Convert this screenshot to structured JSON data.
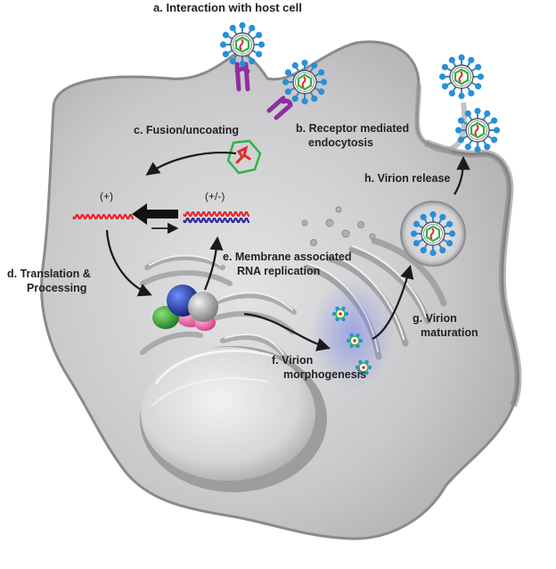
{
  "colors": {
    "cell_fill": "#c4c4c6",
    "cell_edge": "#8f8f92",
    "nucleus": "#d9d9db",
    "rna_plus": "#e8262b",
    "rna_minus": "#2e2e9c",
    "receptor": "#8e2fa0",
    "virion_spike": "#2a8fd6",
    "capsid": "#2fb34a",
    "arrow": "#1a1a1a",
    "ribosome_blue": "#1e3fa0",
    "ribosome_gray": "#b5b5b5",
    "ribosome_green": "#3fae3a",
    "ribosome_pink": "#f06ba8"
  },
  "labels": {
    "a_l1": "a.  Interaction with host cell",
    "b_l1": "b. Receptor mediated",
    "b_l2": "endocytosis",
    "c_l1": "c. Fusion/uncoating",
    "d_l1": "d. Translation &",
    "d_l2": "Processing",
    "e_l1": "e. Membrane associated",
    "e_l2": "RNA replication",
    "f_l1": "f. Virion",
    "f_l2": "morphogenesis",
    "g_l1": "g. Virion",
    "g_l2": "maturation",
    "h_l1": "h. Virion release",
    "plus": "(+)",
    "plusminus": "(+/-)"
  }
}
